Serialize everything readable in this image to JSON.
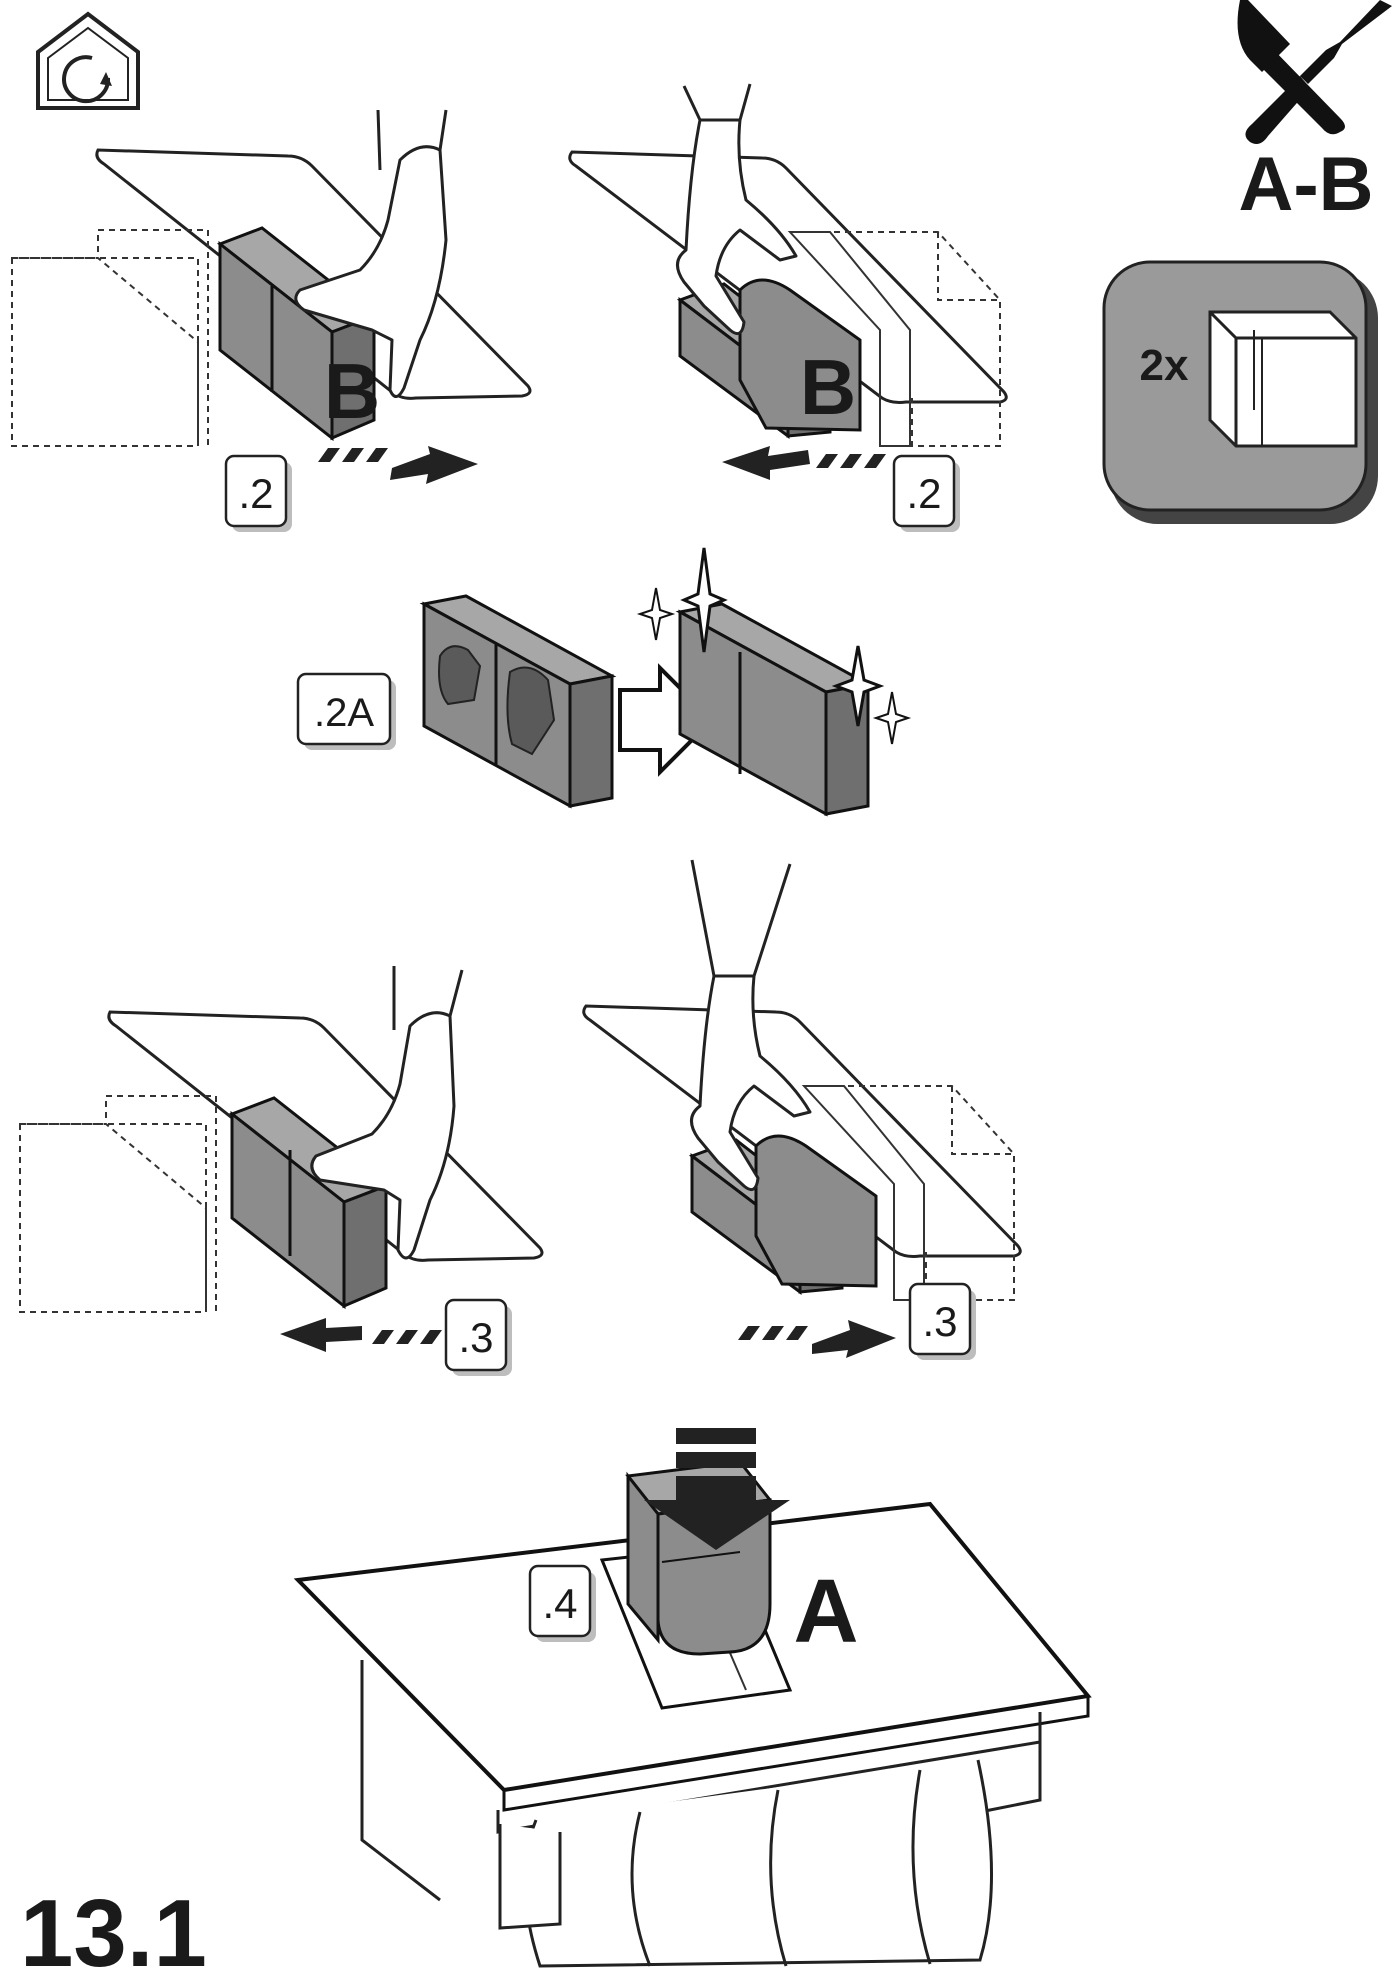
{
  "header": {
    "tools_label": "A-B",
    "quantity_label": "2x"
  },
  "steps": {
    "remove_left": ".2",
    "remove_right": ".2",
    "clean": ".2A",
    "insert_left": ".3",
    "insert_right": ".3",
    "install": ".4"
  },
  "parts": {
    "filter_label_left": "B",
    "filter_label_right": "B",
    "part_a_label": "A"
  },
  "page_number": "13.1",
  "icons": [
    "house-rotate-icon",
    "tools-icon",
    "filter-icon",
    "sparkle-icon",
    "arrow-icon"
  ]
}
